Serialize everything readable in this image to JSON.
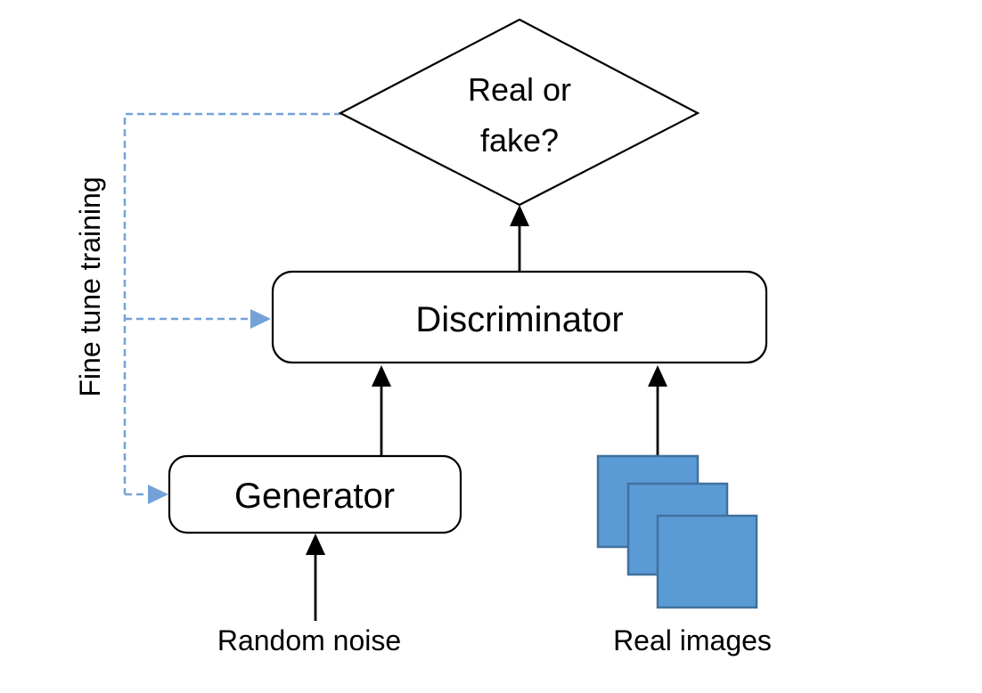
{
  "diagram": {
    "decision": {
      "label_line1": "Real or",
      "label_line2": "fake?"
    },
    "nodes": {
      "discriminator": {
        "label": "Discriminator"
      },
      "generator": {
        "label": "Generator"
      }
    },
    "labels": {
      "feedback": "Fine tune training",
      "random_noise": "Random noise",
      "real_images": "Real images"
    },
    "icons": {
      "image_stack": "three-overlapping-squares-icon"
    },
    "colors": {
      "background": "#ffffff",
      "shape_fill": "#ffffff",
      "shape_stroke": "#000000",
      "arrow_black": "#000000",
      "image_fill": "#5b9bd5",
      "image_stroke": "#41719c",
      "feedback_blue": "#74a2d8"
    }
  }
}
